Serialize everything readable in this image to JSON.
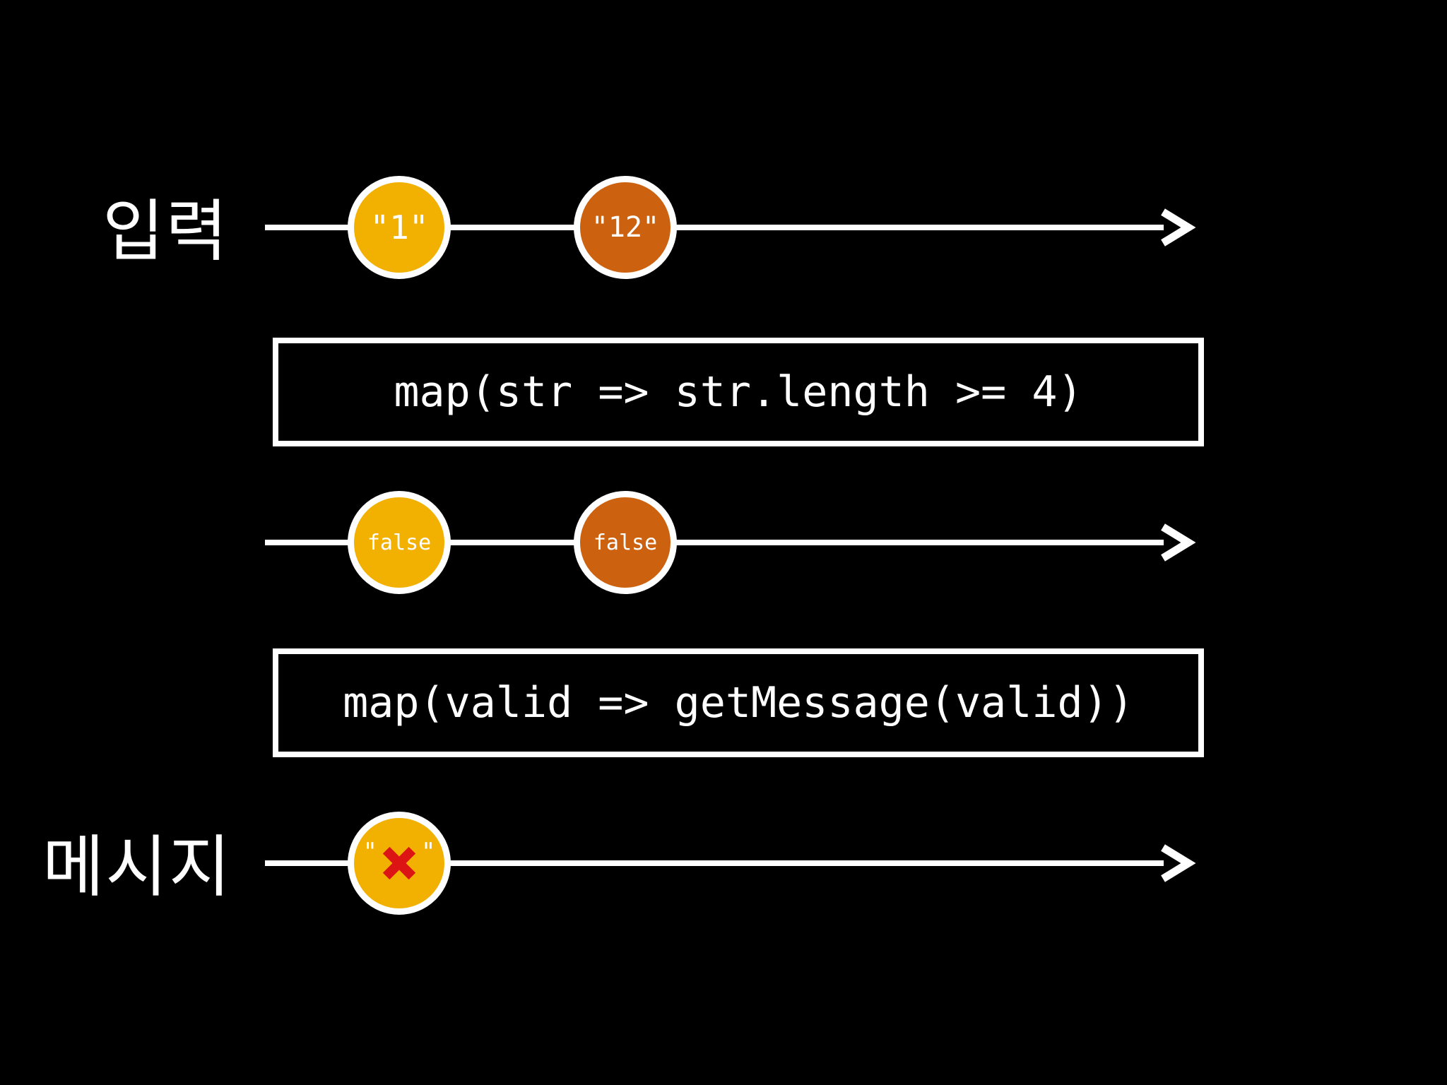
{
  "diagram": {
    "background": "#000000",
    "colors": {
      "line": "#FFFFFF",
      "text": "#FFFFFF",
      "marble_yellow": "#F2B000",
      "marble_orange": "#CC6210",
      "error_red": "#DC1414"
    },
    "streams": [
      {
        "id": "input",
        "label": "입력",
        "marbles": [
          {
            "value": "\"1\"",
            "color": "yellow"
          },
          {
            "value": "\"12\"",
            "color": "orange"
          }
        ]
      },
      {
        "id": "validity",
        "marbles": [
          {
            "value": "false",
            "color": "yellow"
          },
          {
            "value": "false",
            "color": "orange"
          }
        ]
      },
      {
        "id": "message",
        "label": "메시지",
        "marbles": [
          {
            "open_quote": "\"",
            "icon": "x-mark",
            "close_quote": "\"",
            "color": "yellow"
          }
        ]
      }
    ],
    "operators": [
      {
        "code": "map(str => str.length >= 4)"
      },
      {
        "code": "map(valid => getMessage(valid))"
      }
    ],
    "icons": {
      "arrowhead": "chevron-right",
      "x_mark": "✕"
    }
  }
}
